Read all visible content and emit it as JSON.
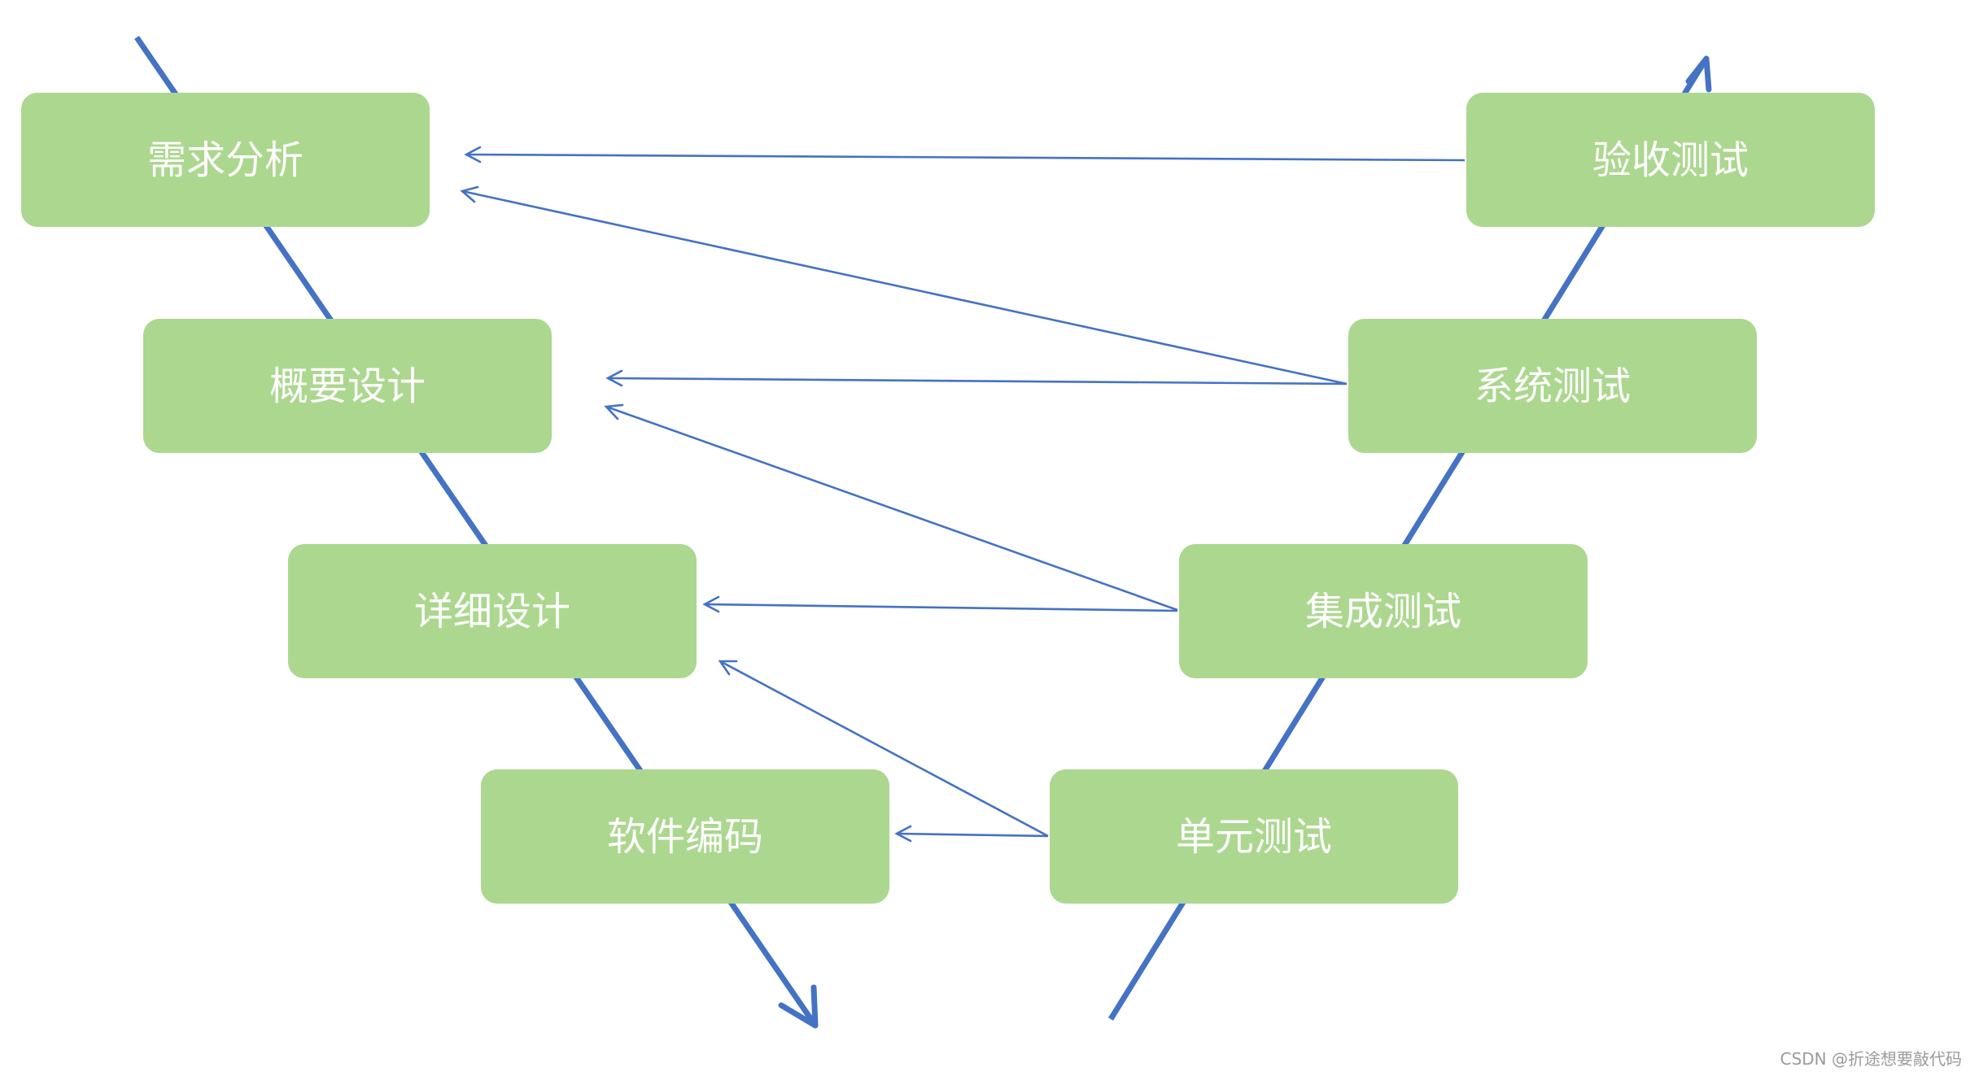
{
  "diagram": {
    "nodes": {
      "requirements": "需求分析",
      "outline_design": "概要设计",
      "detailed_design": "详细设计",
      "coding": "软件编码",
      "unit_test": "单元测试",
      "integration_test": "集成测试",
      "system_test": "系统测试",
      "acceptance_test": "验收测试"
    },
    "colors": {
      "node_fill": "#acd78f",
      "node_text": "#ffffff",
      "line": "#4472c4"
    }
  },
  "watermark": "CSDN @折途想要敲代码"
}
